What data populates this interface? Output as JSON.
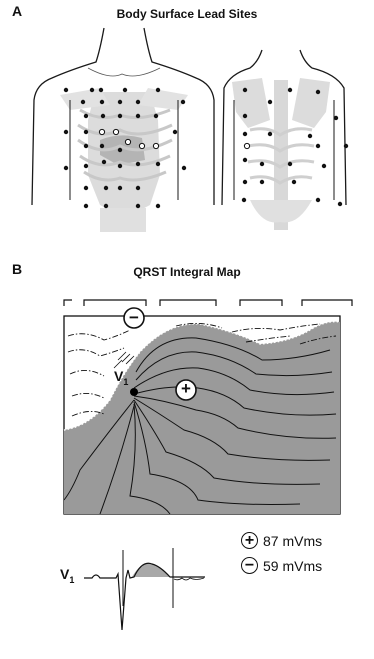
{
  "panel_a": {
    "letter": "A",
    "title": "Body Surface Lead Sites"
  },
  "panel_b": {
    "letter": "B",
    "title": "QRST Integral Map",
    "lead_label": "V",
    "lead_sub": "1",
    "positive_symbol": "+",
    "negative_symbol": "−"
  },
  "legend": {
    "positive": {
      "symbol": "+",
      "value": "87 mVms"
    },
    "negative": {
      "symbol": "−",
      "value": "59 mVms"
    }
  },
  "waveform": {
    "lead_label": "V",
    "lead_sub": "1"
  },
  "colors": {
    "positive_region": "#9a9a9a",
    "skeleton": "#d6d6d6",
    "outline": "#1a1a1a"
  }
}
